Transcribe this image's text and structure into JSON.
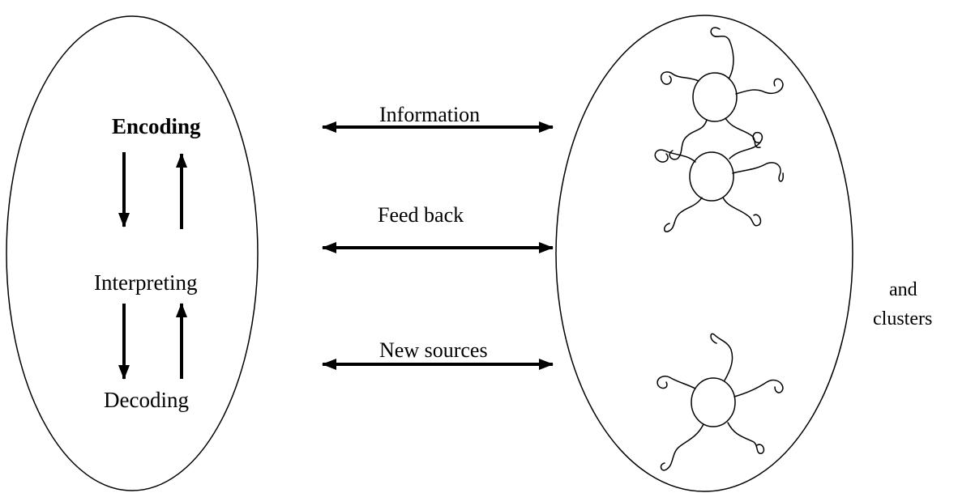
{
  "left_panel": {
    "steps": {
      "encoding": "Encoding",
      "interpreting": "Interpreting",
      "decoding": "Decoding"
    }
  },
  "flows": {
    "information": "Information",
    "feedback": "Feed back",
    "new_sources": "New sources"
  },
  "right_panel": {
    "caption_line1": "and",
    "caption_line2": "clusters",
    "cluster_count": 3
  }
}
